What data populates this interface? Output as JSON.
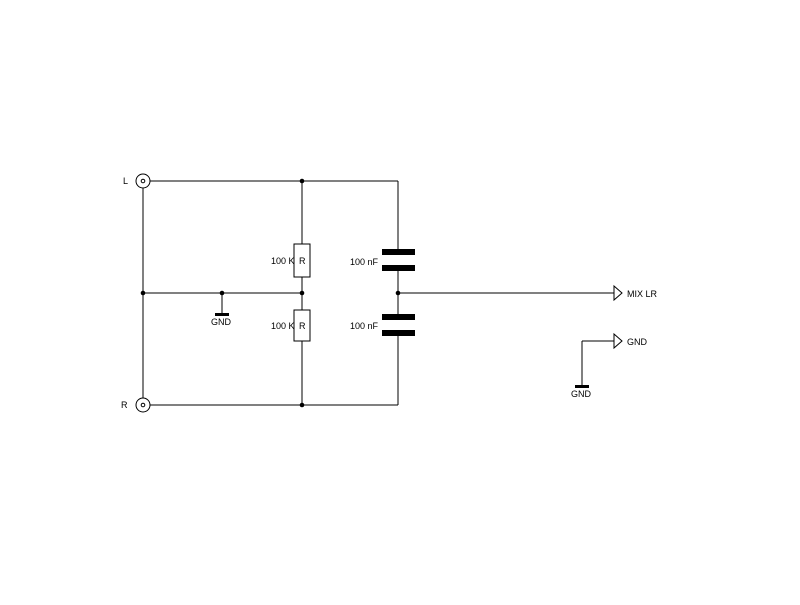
{
  "schematic": {
    "inputs": {
      "left_label": "L",
      "right_label": "R"
    },
    "resistors": [
      {
        "value": "100 K",
        "symbol": "R"
      },
      {
        "value": "100 K",
        "symbol": "R"
      }
    ],
    "capacitors": [
      {
        "value": "100 nF"
      },
      {
        "value": "100 nF"
      }
    ],
    "ground_labels": {
      "junction": "GND",
      "output_ref": "GND",
      "port": "GND"
    },
    "output": {
      "label": "MIX LR"
    }
  }
}
